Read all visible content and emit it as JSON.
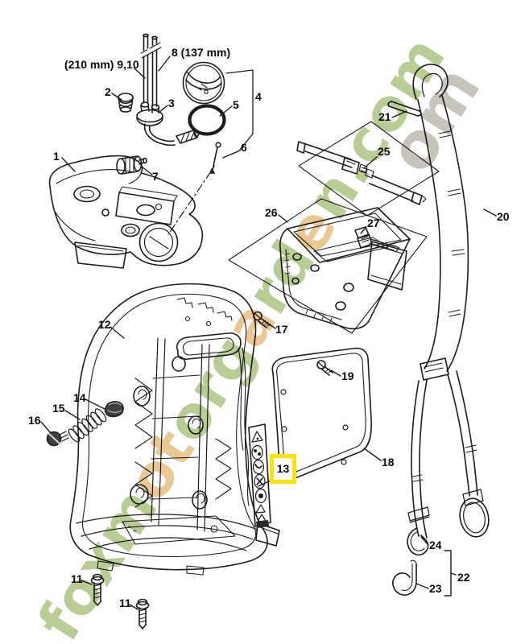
{
  "diagram": {
    "background": "#ffffff",
    "line_color": "#1c1c1c",
    "highlight": {
      "part_id": "13",
      "box_color": "#ffe400"
    },
    "watermark": {
      "text": "foxmotorgarden.com",
      "echo_text": "om",
      "green": "#7da33c",
      "tan": "#d79a3a",
      "gray": "#9b9482",
      "tan_letter_indices": [
        4,
        5,
        9,
        12
      ]
    },
    "labels": [
      {
        "text": "1"
      },
      {
        "text": "2"
      },
      {
        "text": "3"
      },
      {
        "text": "4"
      },
      {
        "text": "5"
      },
      {
        "text": "6"
      },
      {
        "text": "7"
      },
      {
        "text": "8 (137 mm)"
      },
      {
        "text": "(210 mm) 9,10"
      },
      {
        "text": "11"
      },
      {
        "text": "11"
      },
      {
        "text": "12"
      },
      {
        "text": "13"
      },
      {
        "text": "14"
      },
      {
        "text": "15"
      },
      {
        "text": "16"
      },
      {
        "text": "17"
      },
      {
        "text": "18"
      },
      {
        "text": "19"
      },
      {
        "text": "20"
      },
      {
        "text": "21"
      },
      {
        "text": "22"
      },
      {
        "text": "23"
      },
      {
        "text": "24"
      },
      {
        "text": "25"
      },
      {
        "text": "26"
      },
      {
        "text": "27"
      }
    ]
  }
}
